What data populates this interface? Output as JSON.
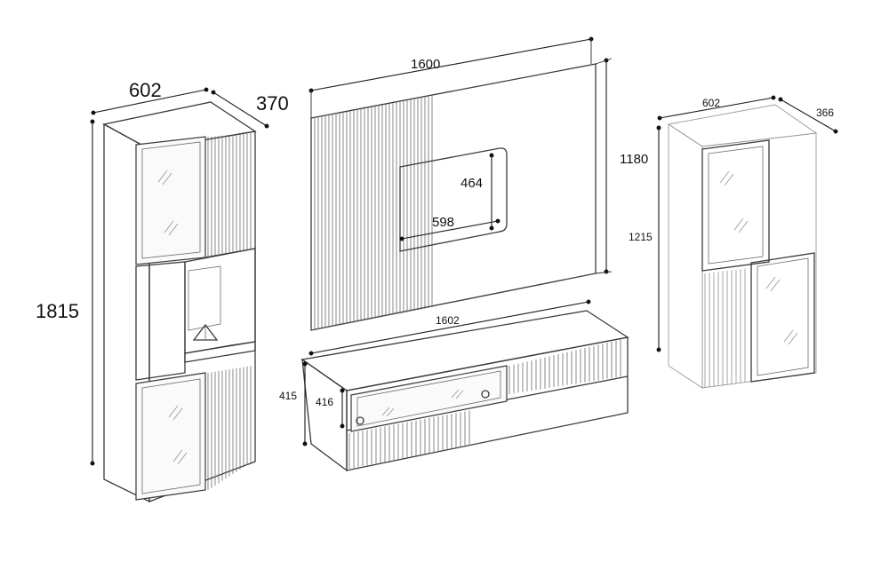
{
  "dimensions": {
    "tall_cabinet_width": "602",
    "tall_cabinet_depth": "370",
    "tall_cabinet_height": "1815",
    "wall_panel_width": "1600",
    "wall_panel_height": "1180",
    "panel_opening_height": "464",
    "panel_opening_width": "598",
    "tv_stand_width": "1602",
    "tv_stand_height": "415",
    "tv_stand_depth": "416",
    "small_cabinet_width": "602",
    "small_cabinet_depth": "366",
    "small_cabinet_height": "1215"
  },
  "colors": {
    "line": "#3a3a3a",
    "faint_line": "#9a9a9a",
    "dimension": "#1a1a1a",
    "background": "#ffffff"
  }
}
